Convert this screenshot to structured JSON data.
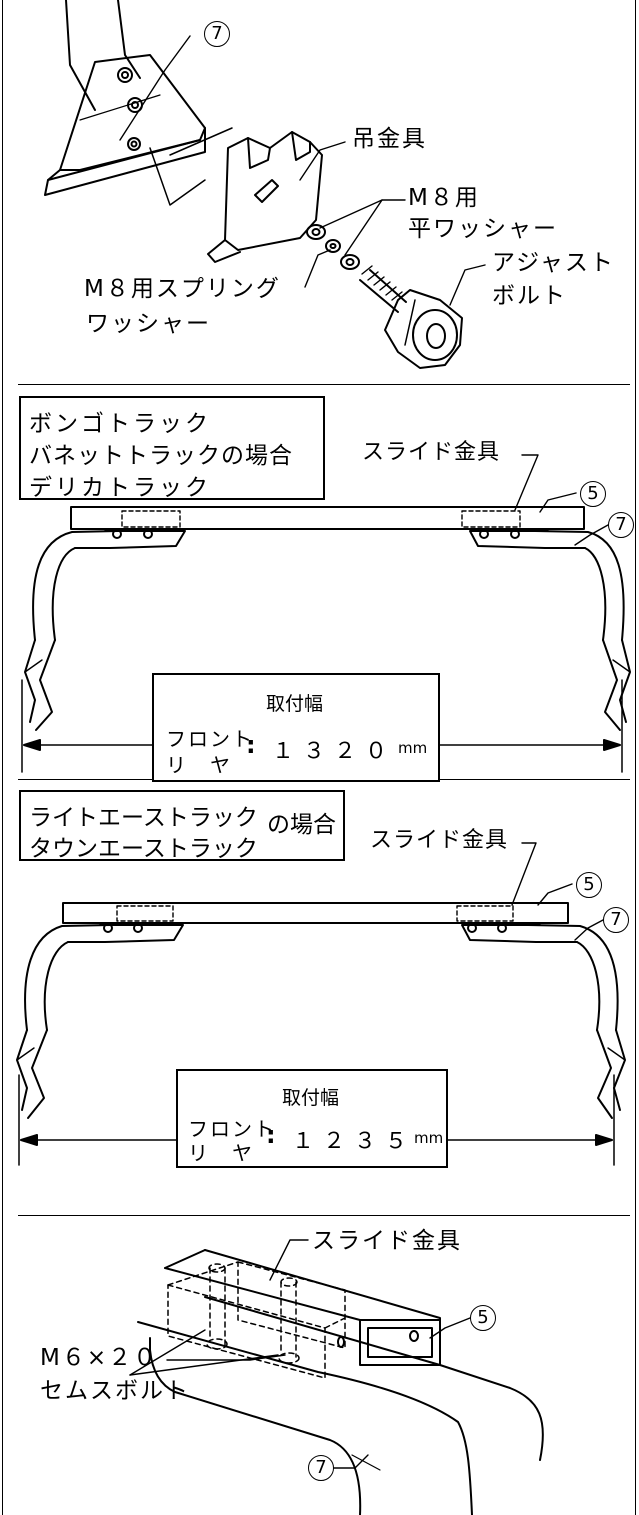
{
  "callouts": {
    "part7": "7",
    "part5": "5"
  },
  "section1": {
    "hanger": "吊金具",
    "flat_washer_line1": "M８用",
    "flat_washer_line2": "平ワッシャー",
    "spring_washer_line1": "M８用スプリング",
    "spring_washer_line2": "ワッシャー",
    "adjust_bolt_line1": "アジャスト",
    "adjust_bolt_line2": "ボルト"
  },
  "section2": {
    "vehicle_line1": "ボンゴトラック",
    "vehicle_line2": "バネットトラックの場合",
    "vehicle_line3": "デリカトラック",
    "slide_bracket": "スライド金具",
    "width_title": "取付幅",
    "front": "フロント",
    "rear": "リ　ヤ",
    "colon": ":",
    "value": "１３２０",
    "unit": "mm"
  },
  "section3": {
    "vehicle_line1": "ライトエーストラック",
    "vehicle_line2": "タウンエーストラック",
    "vehicle_suffix": "の場合",
    "slide_bracket": "スライド金具",
    "width_title": "取付幅",
    "front": "フロント",
    "rear": "リ　ヤ",
    "colon": ":",
    "value": "１２３５",
    "unit": "mm"
  },
  "section4": {
    "slide_bracket": "スライド金具",
    "bolt_line1": "M６×２０",
    "bolt_line2": "セムスボルト"
  }
}
